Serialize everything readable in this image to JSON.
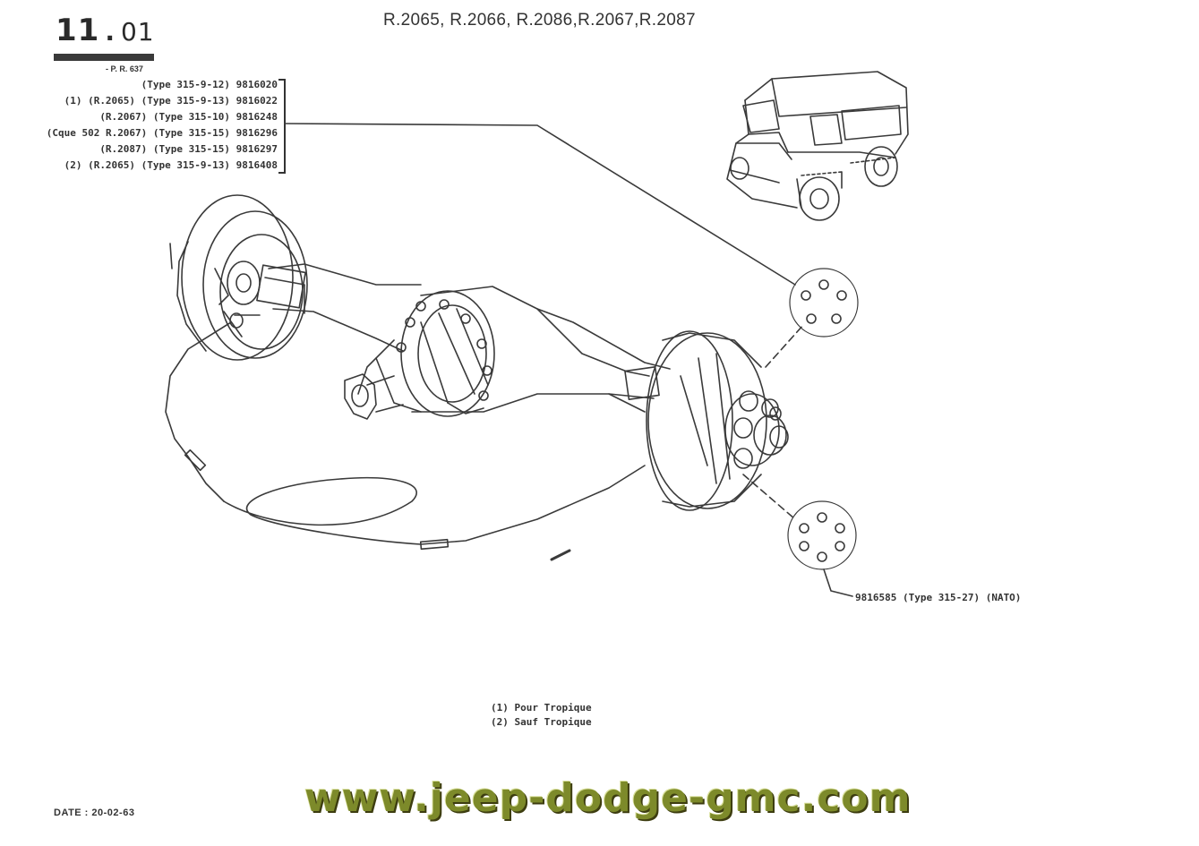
{
  "header": {
    "page_number": "11",
    "page_number_dot": ".",
    "page_number_sub": "01",
    "pr_ref": "- P. R. 637",
    "models": "R.2065, R.2066, R.2086,R.2067,R.2087"
  },
  "references": [
    "(Type 315-9-12) 9816020",
    "(1) (R.2065) (Type 315-9-13) 9816022",
    "(R.2067) (Type 315-10) 9816248",
    "(Cque 502 R.2067) (Type 315-15) 9816296",
    "(R.2087) (Type 315-15) 9816297",
    "(2) (R.2065) (Type 315-9-13) 9816408"
  ],
  "nato_ref": "9816585 (Type 315-27) (NATO)",
  "notes": [
    "(1) Pour Tropique",
    "(2) Sauf Tropique"
  ],
  "date": "DATE : 20-02-63",
  "watermark": "www.jeep-dodge-gmc.com"
}
